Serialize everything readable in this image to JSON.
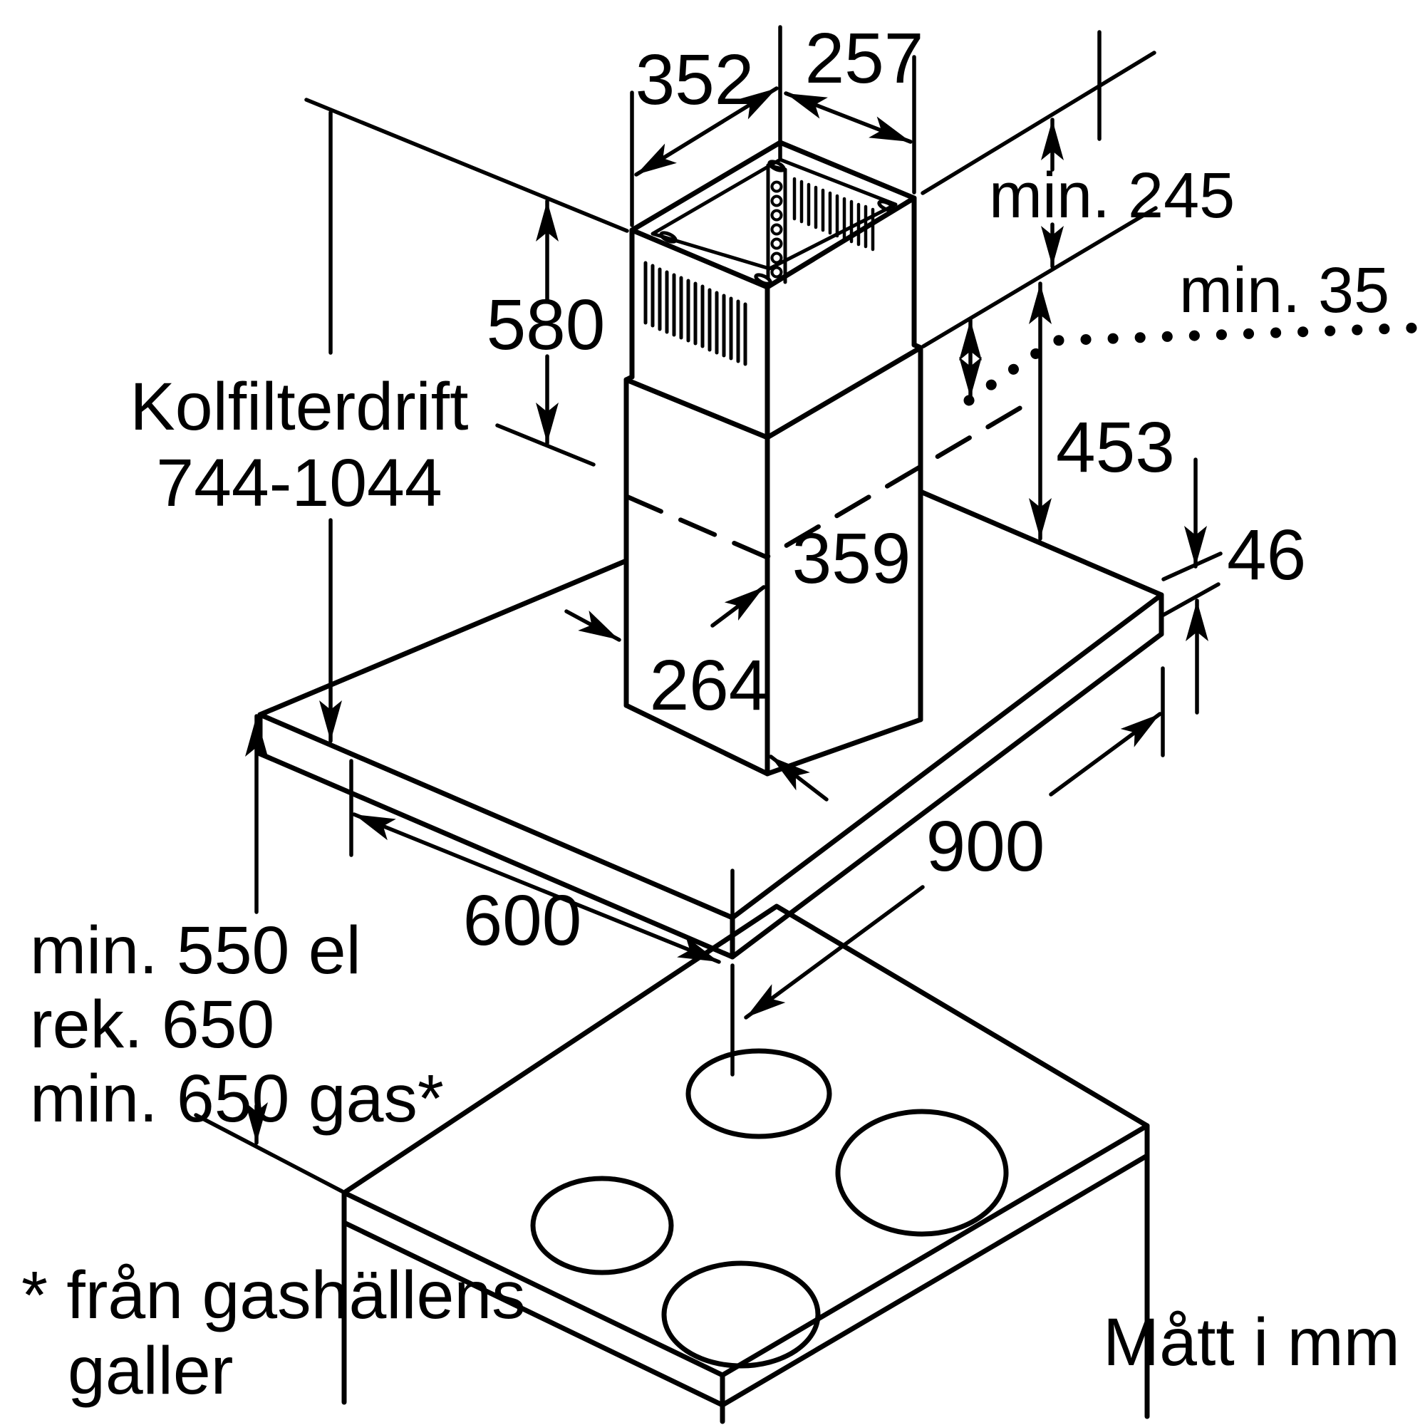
{
  "page": {
    "background": "#ffffff",
    "line_color": "#000000",
    "units_note": "Mått i mm"
  },
  "labels": {
    "chimney_top_width": "352",
    "chimney_top_depth": "257",
    "min_top_extension": "min. 245",
    "min_ceiling_gap": "min. 35",
    "upper_flue_height": "580",
    "mode_line1": "Kolfilterdrift",
    "mode_line2": "744-1044",
    "lower_flue_height": "453",
    "lower_flue_width": "359",
    "lower_flue_depth": "264",
    "canopy_thickness": "46",
    "canopy_depth": "600",
    "canopy_width": "900",
    "clearance_line1": "min. 550 el",
    "clearance_line2": "rek. 650",
    "clearance_line3": "min. 650 gas*",
    "footnote_line1": "* från gashällens",
    "footnote_line2": "galler",
    "units_note": "Mått i mm"
  }
}
